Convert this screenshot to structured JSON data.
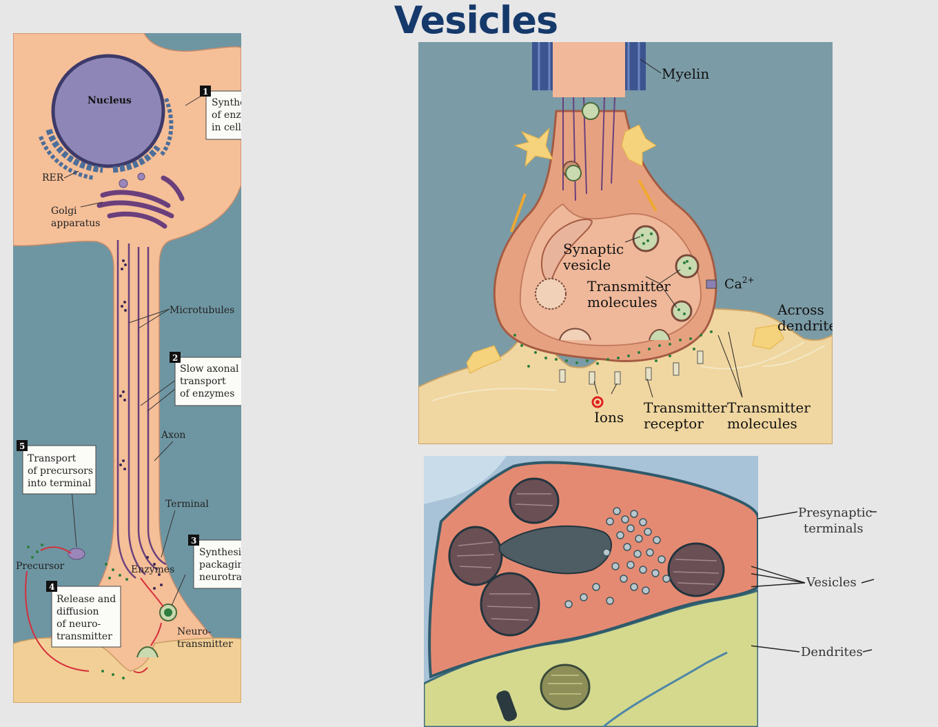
{
  "title": "Vesicles",
  "left_diagram": {
    "labels": {
      "nucleus": "Nucleus",
      "rer": "RER",
      "golgi_line1": "Golgi",
      "golgi_line2": "apparatus",
      "microtubules": "Microtubules",
      "axon": "Axon",
      "terminal": "Terminal",
      "precursor": "Precursor",
      "enzymes": "Enzymes",
      "neuro_line1": "Neuro-",
      "neuro_line2": "transmitter"
    },
    "steps": [
      {
        "number": "1",
        "lines": [
          "Synthesis",
          "of enzymes",
          "in cell body"
        ]
      },
      {
        "number": "2",
        "lines": [
          "Slow axonal",
          "transport",
          "of enzymes"
        ]
      },
      {
        "number": "3",
        "lines": [
          "Synthesis and",
          "packaging of",
          "neurotransmitter"
        ]
      },
      {
        "number": "4",
        "lines": [
          "Release and",
          "diffusion",
          "of neuro-",
          "transmitter"
        ]
      },
      {
        "number": "5",
        "lines": [
          "Transport",
          "of precursors",
          "into terminal"
        ]
      }
    ]
  },
  "synapse_diagram": {
    "labels": {
      "myelin": "Myelin",
      "synaptic_vesicle_line1": "Synaptic",
      "synaptic_vesicle_line2": "vesicle",
      "transmitter_molecules_line1": "Transmitter",
      "transmitter_molecules_line2": "molecules",
      "calcium": "Ca",
      "calcium_charge": "2+",
      "across_line1": "Across",
      "across_line2": "dendrite",
      "ions": "Ions",
      "receptor_line1": "Transmitter",
      "receptor_line2": "receptor",
      "molecules_line1": "Transmitter",
      "molecules_line2": "molecules"
    }
  },
  "micrograph": {
    "labels": {
      "presynaptic_line1": "Presynaptic",
      "presynaptic_line2": "terminals",
      "vesicles": "Vesicles",
      "dendrites": "Dendrites"
    }
  },
  "colors": {
    "title": "#16396b",
    "background": "#e7e7e7",
    "extracellular": "#6e96a2",
    "cytoplasm": "#f5bf98",
    "microtubule": "#6a3f7c",
    "nucleus": "#8d86b6",
    "synapse_bg": "#7b9ba6",
    "terminal": "#e6a280",
    "dendrite": "#f0d6a0",
    "myelin": "#3c5490",
    "transmitter": "#2d7d3d",
    "em_presynaptic": "#e58a72",
    "em_dendrite": "#d4d98e"
  }
}
